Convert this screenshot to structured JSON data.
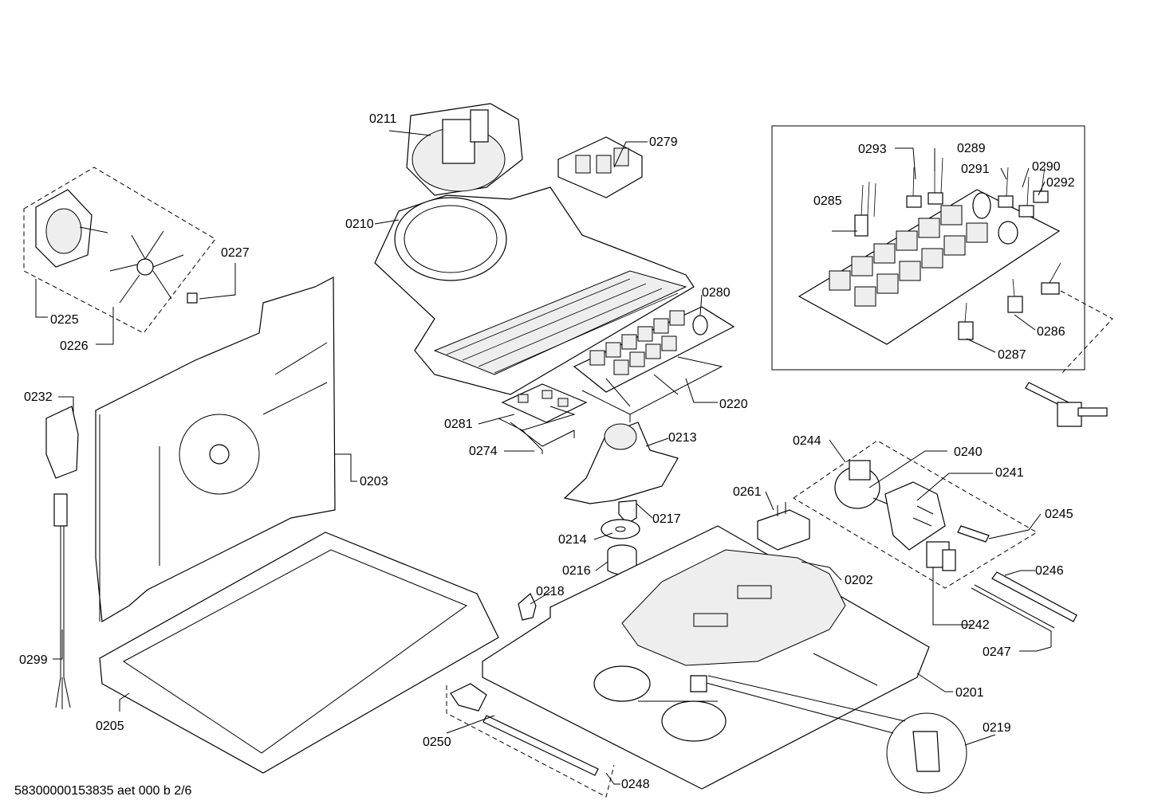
{
  "labels": {
    "l0211": "0211",
    "l0279": "0279",
    "l0293": "0293",
    "l0289": "0289",
    "l0291": "0291",
    "l0290": "0290",
    "l0292": "0292",
    "l0285": "0285",
    "l0210": "0210",
    "l0227": "0227",
    "l0225": "0225",
    "l0226": "0226",
    "l0280": "0280",
    "l0286": "0286",
    "l0287": "0287",
    "l0232": "0232",
    "l0220": "0220",
    "l0281": "0281",
    "l0274": "0274",
    "l0213": "0213",
    "l0244": "0244",
    "l0240": "0240",
    "l0241": "0241",
    "l0203": "0203",
    "l0261": "0261",
    "l0217": "0217",
    "l0245": "0245",
    "l0214": "0214",
    "l0216": "0216",
    "l0202": "0202",
    "l0246": "0246",
    "l0218": "0218",
    "l0242": "0242",
    "l0247": "0247",
    "l0299": "0299",
    "l0201": "0201",
    "l0205": "0205",
    "l0219": "0219",
    "l0250": "0250",
    "l0248": "0248"
  },
  "footer": "58300000153835 aet 000 b 2/6"
}
